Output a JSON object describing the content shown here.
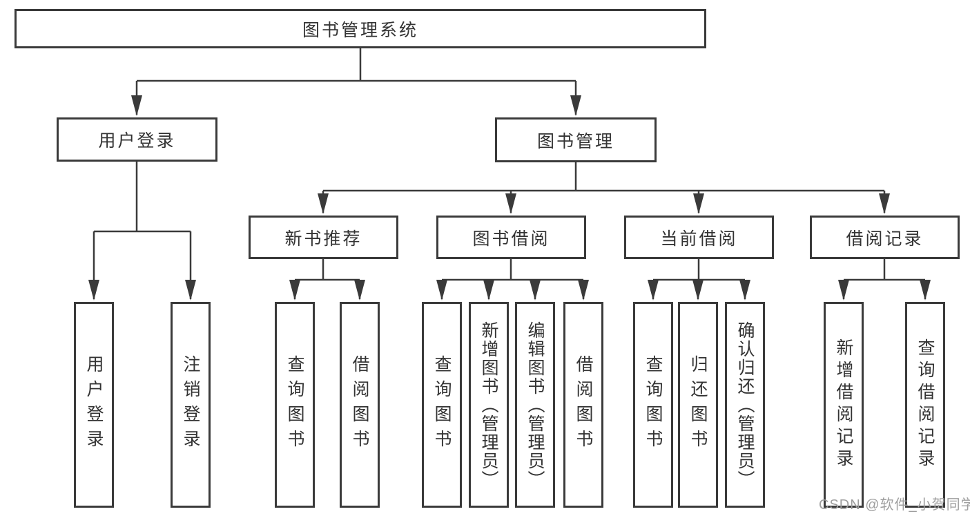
{
  "diagram": {
    "title": "图书管理系统",
    "tree": {
      "label": "图书管理系统",
      "children": [
        {
          "label": "用户登录",
          "children": [
            {
              "label": "用户登录"
            },
            {
              "label": "注销登录"
            }
          ]
        },
        {
          "label": "图书管理",
          "children": [
            {
              "label": "新书推荐",
              "children": [
                {
                  "label": "查询图书"
                },
                {
                  "label": "借阅图书"
                }
              ]
            },
            {
              "label": "图书借阅",
              "children": [
                {
                  "label": "查询图书"
                },
                {
                  "label": "新增图书（管理员）"
                },
                {
                  "label": "编辑图书（管理员）"
                },
                {
                  "label": "借阅图书"
                }
              ]
            },
            {
              "label": "当前借阅",
              "children": [
                {
                  "label": "查询图书"
                },
                {
                  "label": "归还图书"
                },
                {
                  "label": "确认归还（管理员）"
                }
              ]
            },
            {
              "label": "借阅记录",
              "children": [
                {
                  "label": "新增借阅记录"
                },
                {
                  "label": "查询借阅记录"
                }
              ]
            }
          ]
        }
      ]
    },
    "colors": {
      "line": "#3a3a3a",
      "box_border": "#3a3a3a",
      "box_background": "#ffffff",
      "text": "#333333",
      "watermark": "#9e9e9e",
      "background": "#ffffff"
    }
  },
  "watermark": {
    "text": "CSDN @软件_小贺同学"
  }
}
